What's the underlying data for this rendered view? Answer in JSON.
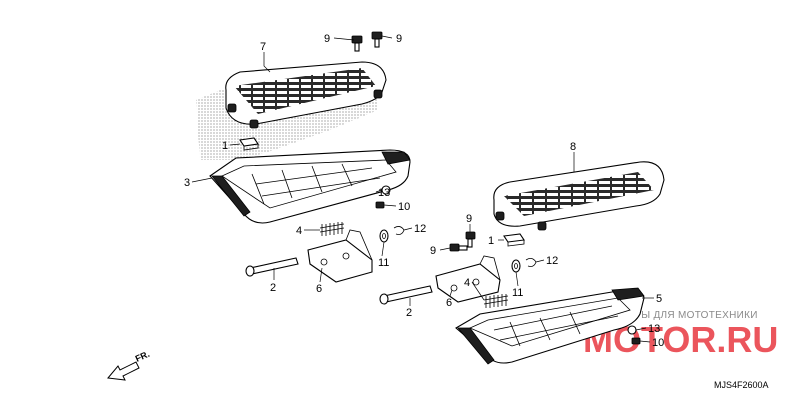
{
  "diagram": {
    "code": "MJS4F2600A",
    "direction": "FR.",
    "watermark": {
      "logo": "MOTOR.RU",
      "tagline": "ЗАПЧАСТИ И АКСЕССУАРЫ ДЛЯ МОТОТЕХНИКИ"
    },
    "callouts": [
      {
        "id": "c1a",
        "label": "1"
      },
      {
        "id": "c1b",
        "label": "1"
      },
      {
        "id": "c2a",
        "label": "2"
      },
      {
        "id": "c2b",
        "label": "2"
      },
      {
        "id": "c3",
        "label": "3"
      },
      {
        "id": "c4a",
        "label": "4"
      },
      {
        "id": "c4b",
        "label": "4"
      },
      {
        "id": "c5",
        "label": "5"
      },
      {
        "id": "c6a",
        "label": "6"
      },
      {
        "id": "c6b",
        "label": "6"
      },
      {
        "id": "c7",
        "label": "7"
      },
      {
        "id": "c8",
        "label": "8"
      },
      {
        "id": "c9a",
        "label": "9"
      },
      {
        "id": "c9b",
        "label": "9"
      },
      {
        "id": "c9c",
        "label": "9"
      },
      {
        "id": "c9d",
        "label": "9"
      },
      {
        "id": "c10a",
        "label": "10"
      },
      {
        "id": "c10b",
        "label": "10"
      },
      {
        "id": "c11a",
        "label": "11"
      },
      {
        "id": "c11b",
        "label": "11"
      },
      {
        "id": "c12a",
        "label": "12"
      },
      {
        "id": "c12b",
        "label": "12"
      },
      {
        "id": "c13a",
        "label": "13"
      },
      {
        "id": "c13b",
        "label": "13"
      }
    ]
  }
}
